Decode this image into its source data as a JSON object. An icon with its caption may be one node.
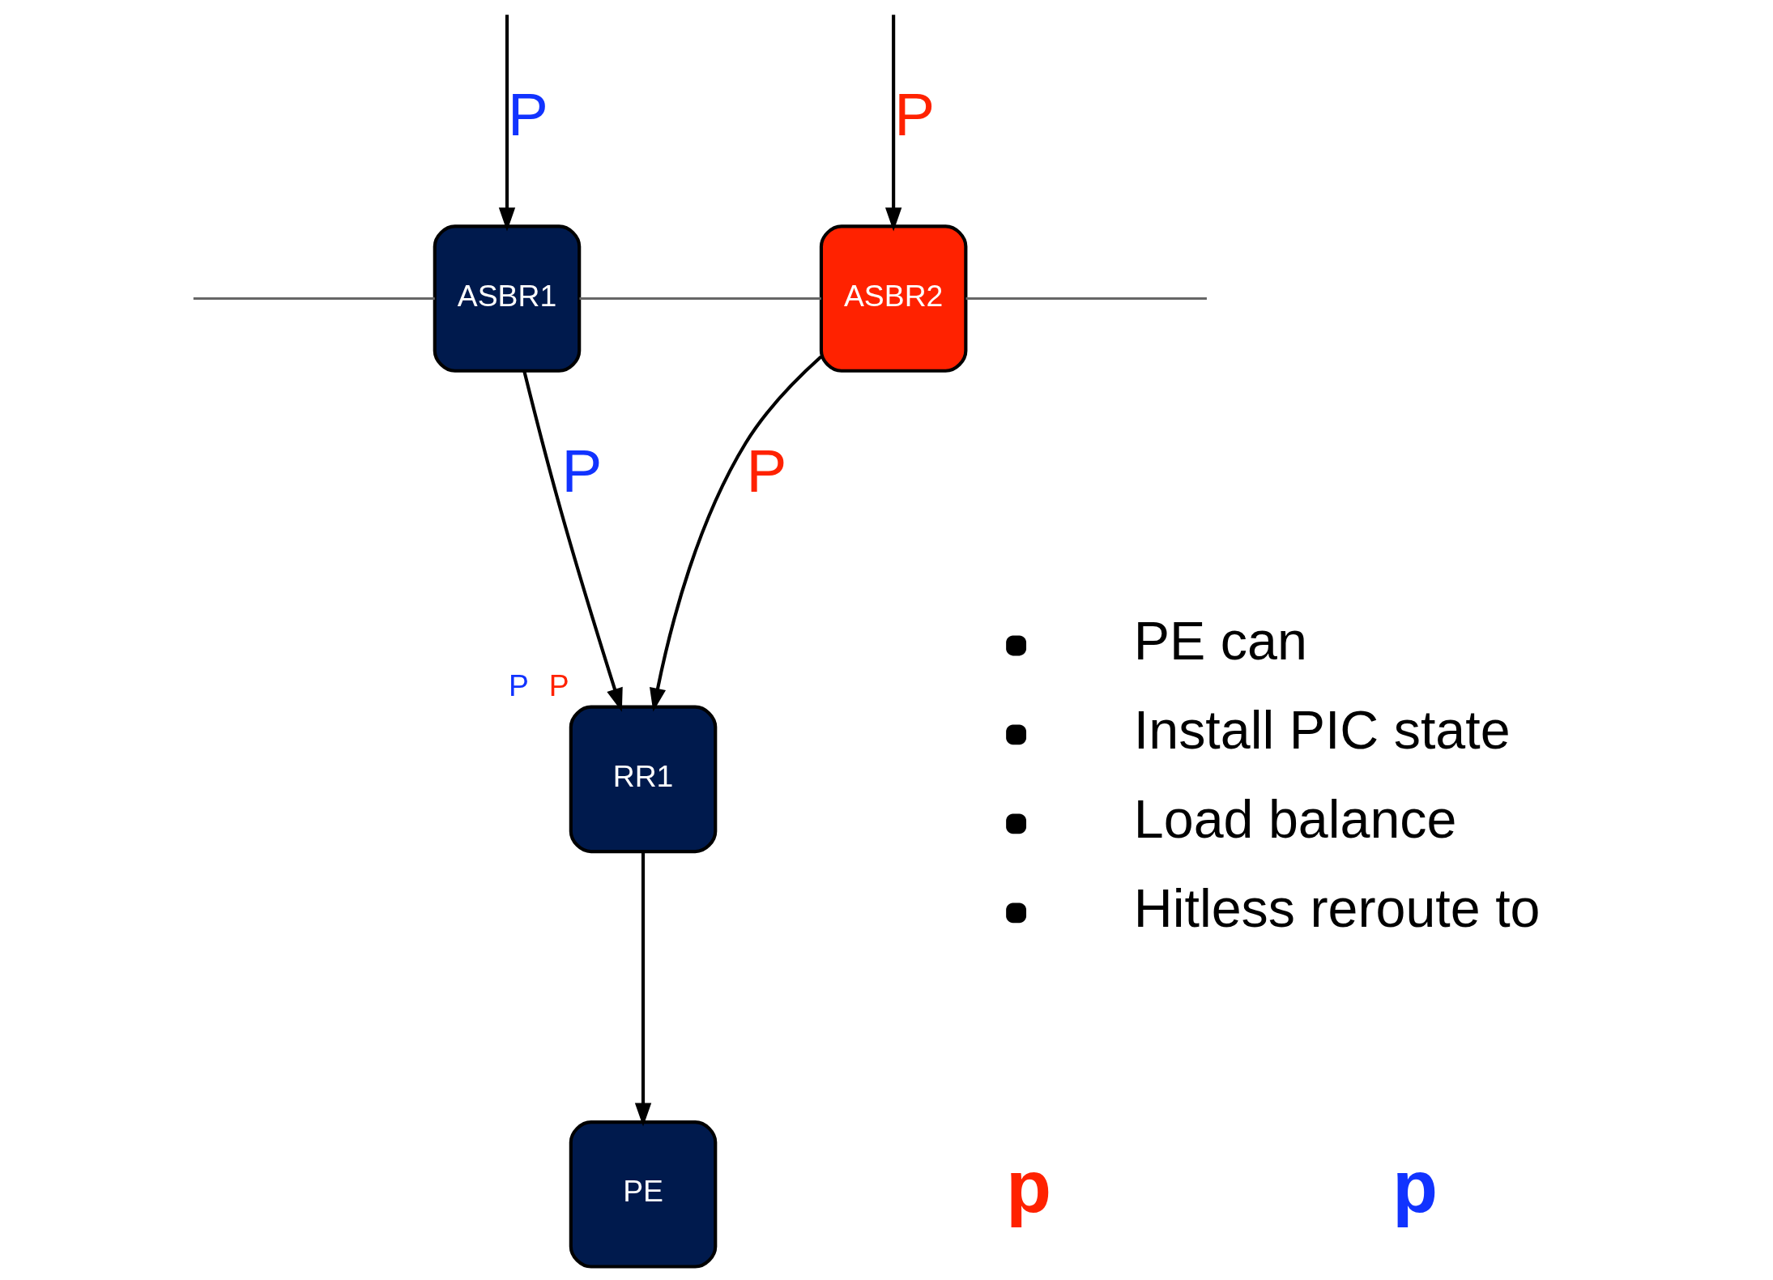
{
  "diagram": {
    "nodes": [
      {
        "text": [
          "ASBR1"
        ]
      },
      {
        "text": [
          "ASBR2"
        ]
      },
      {
        "text": [
          "RR1"
        ],
        "beside": [
          "P",
          "P"
        ]
      },
      {
        "text": [
          "PE"
        ]
      }
    ],
    "edges": [
      {
        "from": null,
        "to": 0,
        "arrow": "none",
        "color": "#666666"
      },
      {
        "from": 0,
        "to": 1,
        "arrow": "none",
        "color": "#666666"
      },
      {
        "from": 1,
        "to": null,
        "arrow": "none",
        "color": "#666666"
      },
      {
        "from": null,
        "to": 0,
        "arrow": "to",
        "label": "P"
      },
      {
        "from": null,
        "to": 1,
        "arrow": "to",
        "label": "P"
      },
      {
        "from": 0,
        "to": 2,
        "arrow": "to",
        "label": "P"
      },
      {
        "from": 1,
        "to": 2,
        "arrow": "to",
        "label": "P"
      },
      {
        "from": 2,
        "to": 3,
        "arrow": "to"
      }
    ],
    "labels": [
      "p",
      "p",
      "PE can",
      "Install PIC state",
      "Load balance",
      "Hitless reroute to"
    ]
  }
}
